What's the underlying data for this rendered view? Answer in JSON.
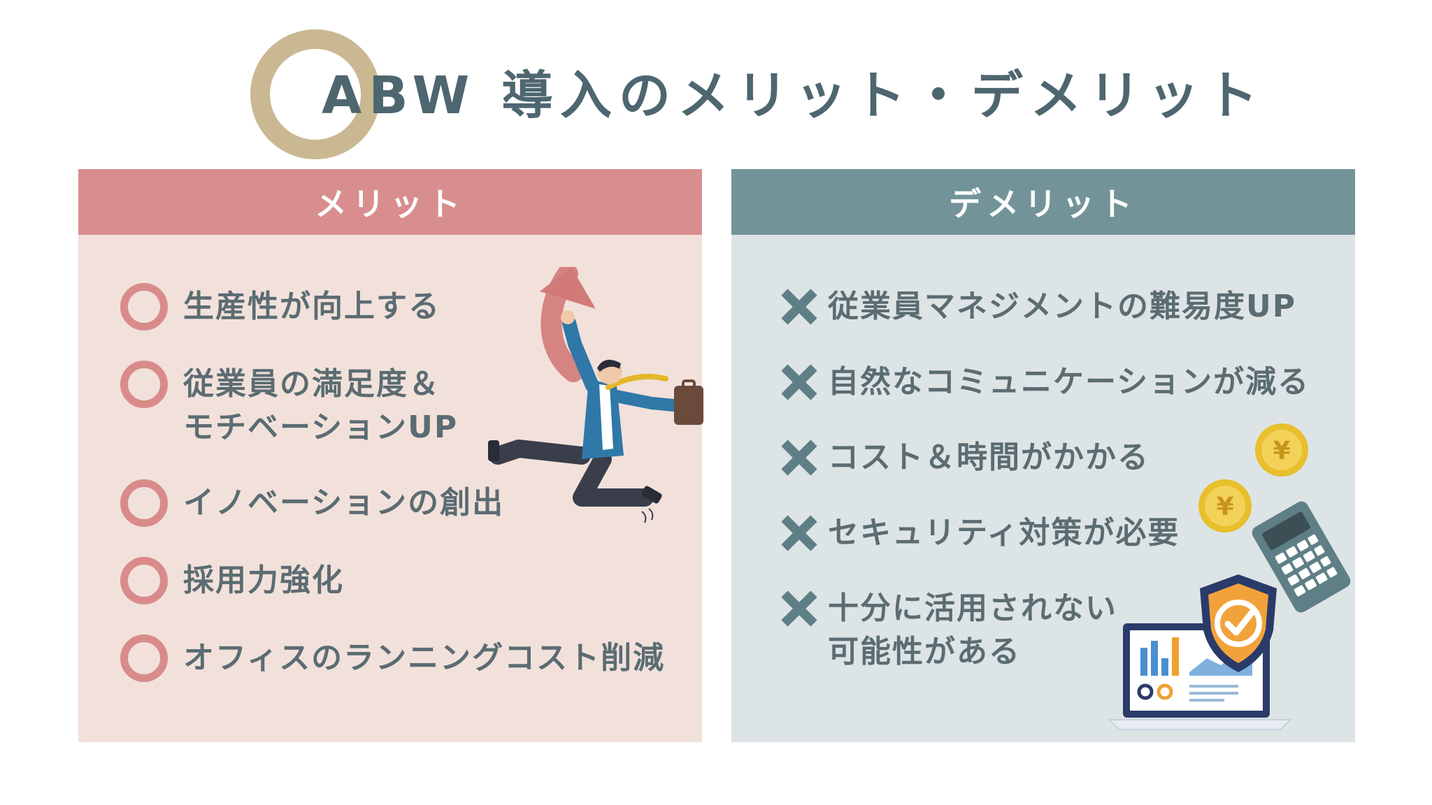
{
  "title": "ABW 導入のメリット・デメリット",
  "merit": {
    "header": "メリット",
    "items": [
      "生産性が向上する",
      "従業員の満足度＆\nモチベーションUP",
      "イノベーションの創出",
      "採用力強化",
      "オフィスのランニングコスト削減"
    ]
  },
  "demerit": {
    "header": "デメリット",
    "items": [
      "従業員マネジメントの難易度UP",
      "自然なコミュニケーションが減る",
      "コスト＆時間がかかる",
      "セキュリティ対策が必要",
      "十分に活用されない\n可能性がある"
    ]
  },
  "colors": {
    "title": "#4e6670",
    "title_ring": "#c9b891",
    "merit_header": "#d88d8e",
    "merit_bg": "#f2e1db",
    "demerit_header": "#729499",
    "demerit_bg": "#dde4e5",
    "bullet_circle": "#d98b8b",
    "bullet_cross": "#5e7f86"
  },
  "icons": {
    "merit_bullet": "circle-icon",
    "demerit_bullet": "cross-icon",
    "merit_illustration": "businessman-jumping-arrow-icon",
    "coins": "yen-coin-icon",
    "calculator": "calculator-icon",
    "laptop": "laptop-chart-icon",
    "shield": "security-shield-check-icon"
  }
}
